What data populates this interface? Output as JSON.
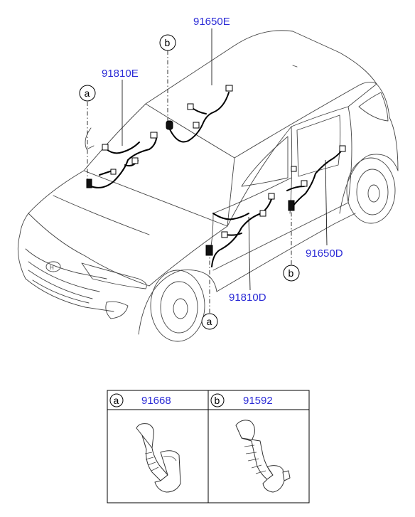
{
  "callouts": {
    "part_91650E": "91650E",
    "part_91810E": "91810E",
    "part_91650D": "91650D",
    "part_91810D": "91810D",
    "marker_a": "a",
    "marker_b": "b"
  },
  "legend_table": {
    "cells": [
      {
        "marker": "a",
        "part_number": "91668"
      },
      {
        "marker": "b",
        "part_number": "91592"
      }
    ]
  },
  "colors": {
    "part_number_text": "#2b2bd6",
    "line_art": "#444444"
  }
}
